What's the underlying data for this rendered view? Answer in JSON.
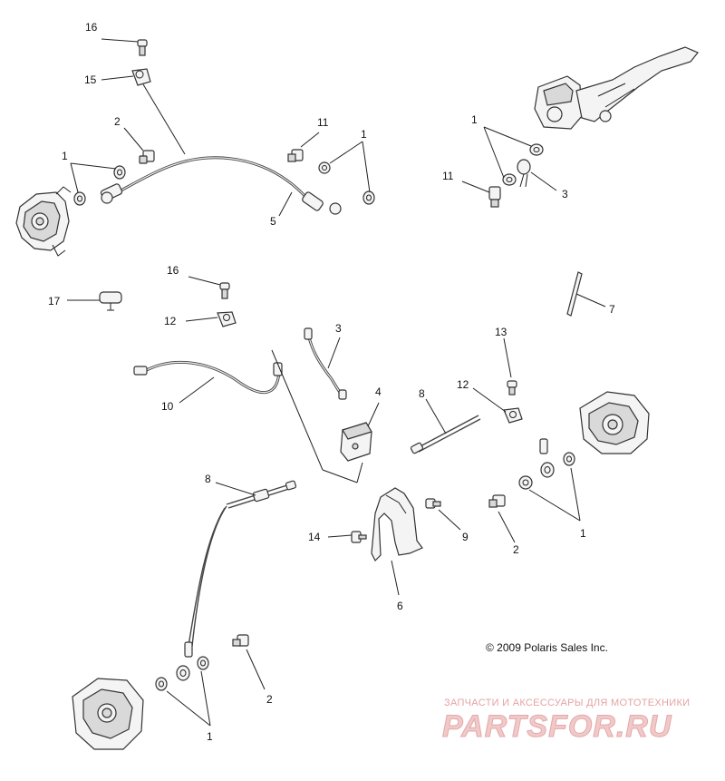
{
  "callouts": {
    "c1_top_left": "1",
    "c2_top_left": "2",
    "c5": "5",
    "c11_top": "11",
    "c1_top_right": "1",
    "c15": "15",
    "c16_top": "16",
    "c1_master": "1",
    "c11_master": "11",
    "c3_master": "3",
    "c16_mid": "16",
    "c17": "17",
    "c12_left": "12",
    "c10": "10",
    "c3_mid": "3",
    "c4": "4",
    "c7": "7",
    "c13": "13",
    "c12_right": "12",
    "c8_right": "8",
    "c8_left": "8",
    "c14": "14",
    "c9": "9",
    "c2_right": "2",
    "c1_right": "1",
    "c6": "6",
    "c2_bottom": "2",
    "c1_bottom": "1"
  },
  "copyright": "© 2009 Polaris Sales Inc.",
  "watermark": {
    "tagline": "ЗАПЧАСТИ И АКСЕССУАРЫ ДЛЯ МОТОТЕХНИКИ",
    "logo_text": "PARTSFOR.RU"
  }
}
